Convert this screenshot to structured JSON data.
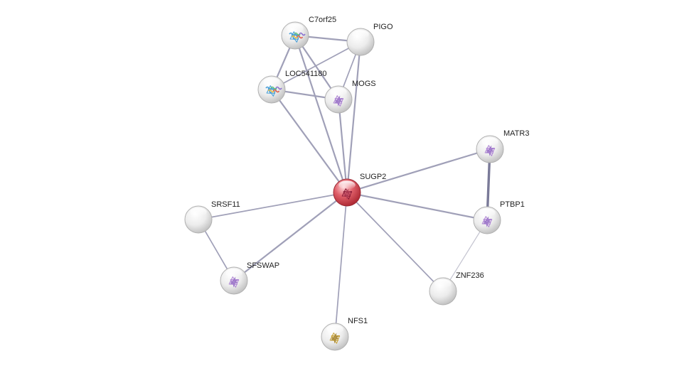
{
  "network": {
    "focus_node": "SUGP2",
    "nodes": [
      {
        "id": "C7orf25",
        "label": "C7orf25",
        "structure": "multicolor",
        "query": false
      },
      {
        "id": "PIGO",
        "label": "PIGO",
        "structure": "none",
        "query": false
      },
      {
        "id": "LOC541180",
        "label": "LOC541180",
        "structure": "multicolor",
        "query": false
      },
      {
        "id": "MOGS",
        "label": "MOGS",
        "structure": "purple",
        "query": false
      },
      {
        "id": "MATR3",
        "label": "MATR3",
        "structure": "purple",
        "query": false
      },
      {
        "id": "SUGP2",
        "label": "SUGP2",
        "structure": "pink",
        "query": true
      },
      {
        "id": "SRSF11",
        "label": "SRSF11",
        "structure": "none",
        "query": false
      },
      {
        "id": "PTBP1",
        "label": "PTBP1",
        "structure": "purple",
        "query": false
      },
      {
        "id": "SFSWAP",
        "label": "SFSWAP",
        "structure": "purple",
        "query": false
      },
      {
        "id": "ZNF236",
        "label": "ZNF236",
        "structure": "none",
        "query": false
      },
      {
        "id": "NFS1",
        "label": "NFS1",
        "structure": "yellow",
        "query": false
      }
    ],
    "edges": [
      {
        "source": "C7orf25",
        "target": "PIGO",
        "weight": 2
      },
      {
        "source": "C7orf25",
        "target": "LOC541180",
        "weight": 2
      },
      {
        "source": "C7orf25",
        "target": "MOGS",
        "weight": 2
      },
      {
        "source": "C7orf25",
        "target": "SUGP2",
        "weight": 2
      },
      {
        "source": "PIGO",
        "target": "LOC541180",
        "weight": 1
      },
      {
        "source": "PIGO",
        "target": "MOGS",
        "weight": 1
      },
      {
        "source": "PIGO",
        "target": "SUGP2",
        "weight": 2
      },
      {
        "source": "LOC541180",
        "target": "MOGS",
        "weight": 2
      },
      {
        "source": "LOC541180",
        "target": "SUGP2",
        "weight": 2
      },
      {
        "source": "MOGS",
        "target": "SUGP2",
        "weight": 2
      },
      {
        "source": "SUGP2",
        "target": "MATR3",
        "weight": 2
      },
      {
        "source": "SUGP2",
        "target": "PTBP1",
        "weight": 2
      },
      {
        "source": "SUGP2",
        "target": "SRSF11",
        "weight": 1
      },
      {
        "source": "SUGP2",
        "target": "SFSWAP",
        "weight": 2
      },
      {
        "source": "SUGP2",
        "target": "ZNF236",
        "weight": 1
      },
      {
        "source": "SUGP2",
        "target": "NFS1",
        "weight": 1
      },
      {
        "source": "MATR3",
        "target": "PTBP1",
        "weight": 3
      },
      {
        "source": "PTBP1",
        "target": "ZNF236",
        "weight": 0
      },
      {
        "source": "SRSF11",
        "target": "SFSWAP",
        "weight": 1
      }
    ],
    "colors": {
      "edge": "#a0a0b8",
      "edge_strong": "#7a7a98",
      "edge_light": "#c4c4d0",
      "node_fill": "#e8e8e8",
      "node_stroke": "#b0b0b0",
      "query_fill": "#d84a55",
      "label": "#222222"
    }
  }
}
